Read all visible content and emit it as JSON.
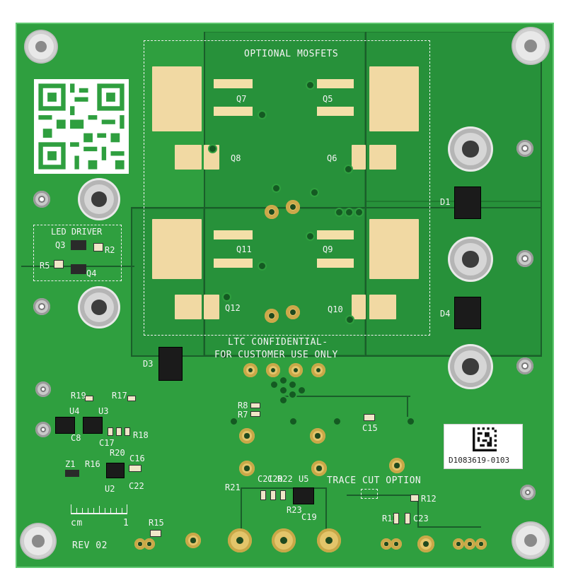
{
  "board": {
    "header_mosfets": "OPTIONAL MOSFETS",
    "confidential_line1": "LTC CONFIDENTIAL-",
    "confidential_line2": "FOR CUSTOMER USE ONLY",
    "led_driver": "LED DRIVER",
    "trace_cut": "TRACE CUT OPTION",
    "revision": "REV 02",
    "ruler_unit": "cm",
    "ruler_end": "1",
    "serial": "D1083619-0103"
  },
  "designators": {
    "Q7": "Q7",
    "Q5": "Q5",
    "Q8": "Q8",
    "Q6": "Q6",
    "Q11": "Q11",
    "Q9": "Q9",
    "Q12": "Q12",
    "Q10": "Q10",
    "Q3": "Q3",
    "Q4": "Q4",
    "R5": "R5",
    "R2": "R2",
    "D1": "D1",
    "D3": "D3",
    "D4": "D4",
    "R19": "R19",
    "R17": "R17",
    "U4": "U4",
    "U3": "U3",
    "C8": "C8",
    "C17": "C17",
    "R20": "R20",
    "R18": "R18",
    "Z1": "Z1",
    "R16": "R16",
    "C16": "C16",
    "U2": "U2",
    "C22": "C22",
    "R15": "R15",
    "R8": "R8",
    "R7": "R7",
    "C15": "C15",
    "R21": "R21",
    "C21": "C21",
    "C20": "C20",
    "R22": "R22",
    "U5": "U5",
    "R23": "R23",
    "C19": "C19",
    "R12": "R12",
    "R13": "R13",
    "C23": "C23"
  },
  "colors": {
    "soldermask": "#2f9f3f",
    "silkscreen": "#f4f4f4",
    "copper_pad": "#f1d9a3"
  }
}
